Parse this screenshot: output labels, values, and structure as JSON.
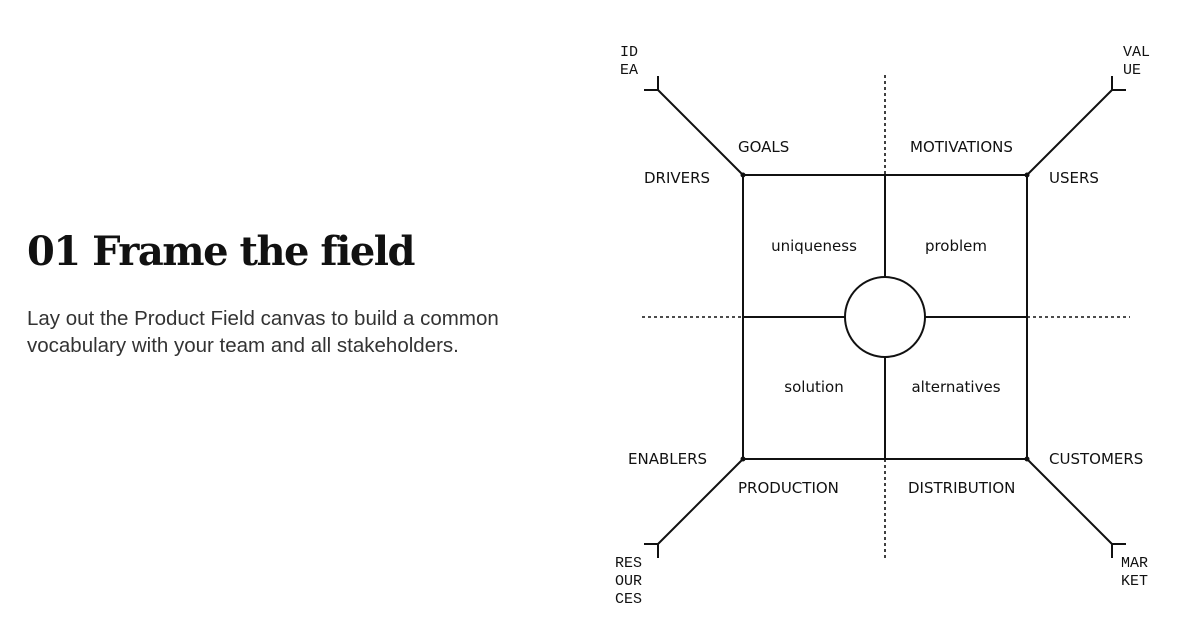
{
  "heading": {
    "title": "01 Frame the field",
    "description": "Lay out the Product Field canvas to build a common vocabulary with your team and all stakeholders."
  },
  "diagram": {
    "corners": {
      "top_left": [
        "ID",
        "EA"
      ],
      "top_right": [
        "VAL",
        "UE"
      ],
      "bottom_left": [
        "RES",
        "OUR",
        "CES"
      ],
      "bottom_right": [
        "MAR",
        "KET"
      ]
    },
    "outer_labels": {
      "drivers": "DRIVERS",
      "goals": "GOALS",
      "motivations": "MOTIVATIONS",
      "users": "USERS",
      "enablers": "ENABLERS",
      "production": "PRODUCTION",
      "distribution": "DISTRIBUTION",
      "customers": "CUSTOMERS"
    },
    "quadrants": {
      "uniqueness": "uniqueness",
      "problem": "problem",
      "solution": "solution",
      "alternatives": "alternatives"
    }
  }
}
